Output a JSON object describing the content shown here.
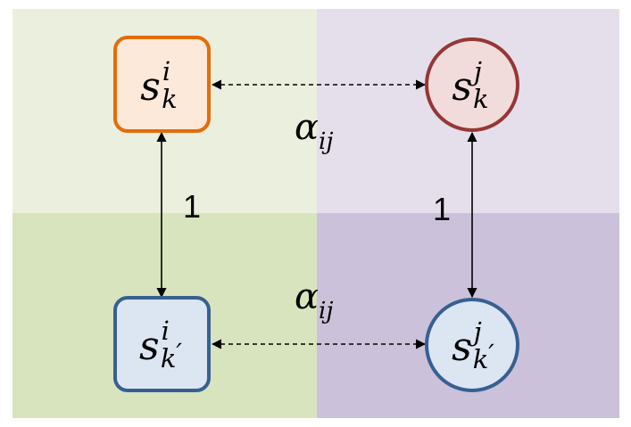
{
  "colors": {
    "top_left_bg": "#EBEFDD",
    "top_right_bg": "#E5DFEC",
    "bottom_left_bg": "#D7E4BD",
    "bottom_right_bg": "#CCC1DA",
    "orange_fill": "#FDE9D9",
    "orange_stroke": "#E36C0A",
    "red_fill": "#F2DCDB",
    "red_stroke": "#953735",
    "blue_fill": "#DCE6F2",
    "blue_stroke": "#376092"
  },
  "nodes": {
    "top_left": {
      "base": "s",
      "sup": "i",
      "sub": "k",
      "sub_prime": ""
    },
    "top_right": {
      "base": "s",
      "sup": "j",
      "sub": "k",
      "sub_prime": ""
    },
    "bottom_left": {
      "base": "s",
      "sup": "i",
      "sub": "k",
      "sub_prime": "′"
    },
    "bottom_right": {
      "base": "s",
      "sup": "j",
      "sub": "k",
      "sub_prime": "′"
    }
  },
  "edge_labels": {
    "top_alpha": "α",
    "top_alpha_sub": "ij",
    "bottom_alpha": "α",
    "bottom_alpha_sub": "ij",
    "left_weight": "1",
    "right_weight": "1"
  }
}
